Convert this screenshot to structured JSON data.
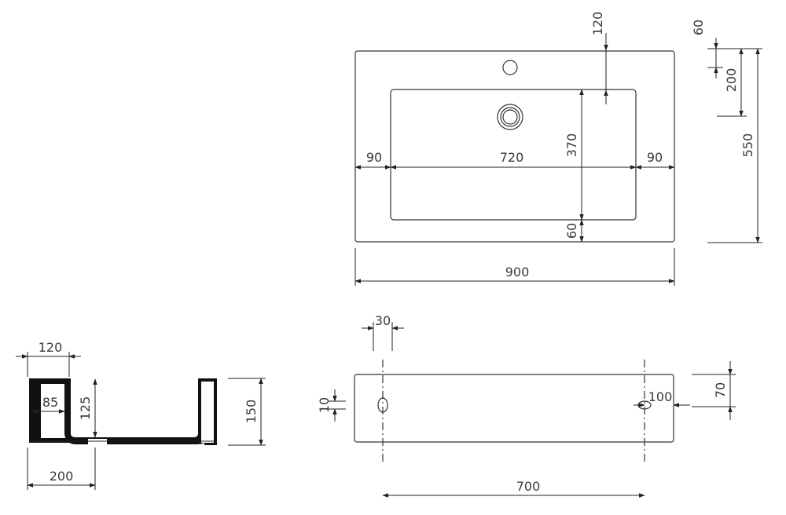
{
  "top_view": {
    "hole_offset": "120",
    "side_left": "90",
    "inner_width": "720",
    "side_right": "90",
    "inner_depth": "370",
    "front_margin": "60",
    "overall_width": "900"
  },
  "right_dims": {
    "rim": "60",
    "bowl_to_hole": "200",
    "overall_depth": "550"
  },
  "section_view": {
    "wall": "120",
    "inner_depth": "125",
    "outer_height": "150",
    "drain_dist": "85",
    "front_to_drain": "200"
  },
  "front_view": {
    "fixing_dia": "30",
    "hole_height": "10",
    "hole_edge": "100",
    "fixing_height": "70",
    "fixing_spacing": "700"
  }
}
